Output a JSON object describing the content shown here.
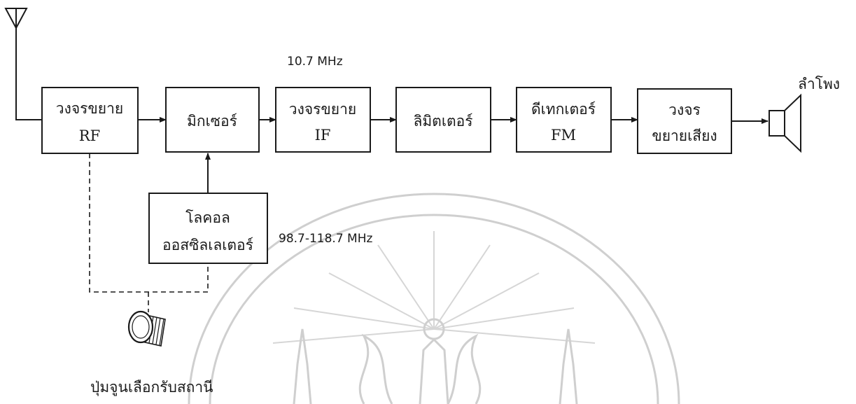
{
  "blocks": {
    "rf_amp": {
      "line1": "วงจรขยาย",
      "line2": "RF"
    },
    "mixer": {
      "line1": "มิกเซอร์"
    },
    "if_amp": {
      "line1": "วงจรขยาย",
      "line2": "IF"
    },
    "limiter": {
      "line1": "ลิมิตเตอร์"
    },
    "fm_detector": {
      "line1": "ดีเทกเตอร์",
      "line2": "FM"
    },
    "audio_amp": {
      "line1": "วงจร",
      "line2": "ขยายเสียง"
    },
    "local_osc": {
      "line1": "โลคอล",
      "line2": "ออสซิลเลเตอร์"
    }
  },
  "labels": {
    "if_freq": "10.7 MHz",
    "lo_freq": "98.7-118.7 MHz",
    "speaker": "ลำโพง",
    "tuning_knob": "ปุ่มจูนเลือกรับสถานี"
  },
  "icons": {
    "antenna": "antenna-icon",
    "speaker": "speaker-icon",
    "knob": "tuning-knob-icon",
    "watermark": "university-seal-watermark"
  },
  "colors": {
    "line": "#1a1a1a",
    "watermark": "#cfcfcf",
    "background": "#ffffff"
  }
}
